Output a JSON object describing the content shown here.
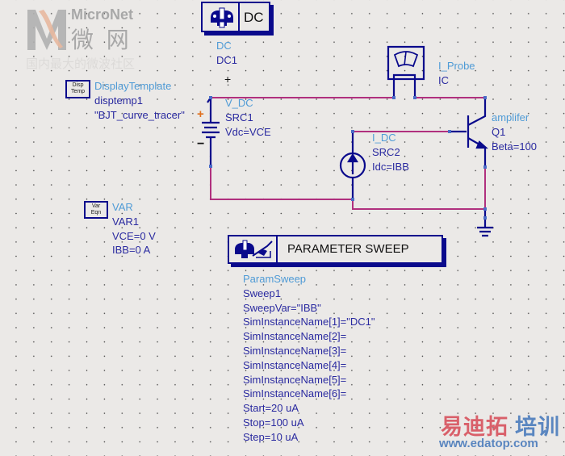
{
  "watermark": {
    "top_brand": "MicroNet",
    "top_cn": "微 网",
    "top_tagline": "国内最大的微波社区",
    "bottom_cn_a": "易迪拓",
    "bottom_cn_b": "培训",
    "bottom_url": "www.edatop.com"
  },
  "components": {
    "dc_controller": {
      "icon": "dc-simulation-icon",
      "box_label": "DC",
      "type": "DC",
      "instance": "DC1"
    },
    "display_template": {
      "icon_text_line1": "Disp",
      "icon_text_line2": "Temp",
      "type": "DisplayTemplate",
      "instance": "disptemp1",
      "param": "\"BJT_curve_tracer\""
    },
    "vdc_source": {
      "type": "V_DC",
      "instance": "SRC1",
      "param": "Vdc=VCE",
      "plus": "+",
      "minus": "−"
    },
    "current_probe": {
      "icon": "ammeter-icon",
      "type": "I_Probe",
      "instance": "IC"
    },
    "transistor": {
      "icon": "npn-transistor-icon",
      "type": "amplifer",
      "instance": "Q1",
      "param": "Beta=100"
    },
    "idc_source": {
      "icon": "current-source-icon",
      "type": "I_DC",
      "instance": "SRC2",
      "param": "Idc=IBB"
    },
    "var_eqn": {
      "icon_text_line1": "Var",
      "icon_text_line2": "Eqn",
      "type": "VAR",
      "instance": "VAR1",
      "params": [
        "VCE=0 V",
        "IBB=0 A"
      ]
    },
    "param_sweep": {
      "icon": "sweep-icon",
      "box_label": "PARAMETER SWEEP",
      "type": "ParamSweep",
      "instance": "Sweep1",
      "params": [
        "SweepVar=\"IBB\"",
        "SimInstanceName[1]=\"DC1\"",
        "SimInstanceName[2]=",
        "SimInstanceName[3]=",
        "SimInstanceName[4]=",
        "SimInstanceName[5]=",
        "SimInstanceName[6]=",
        "Start=20 uA",
        "Stop=100 uA",
        "Step=10 uA"
      ]
    }
  },
  "canvas_marks": {
    "cursor_plus": "+"
  },
  "colors": {
    "wire": "#b0307e",
    "component": "#0a0a8c",
    "pin": "#4a6cc8",
    "type_label": "#4f9bd6",
    "instance_label": "#2a2aa0",
    "polarity_plus": "#e0701e",
    "canvas": "#ebe9e7"
  }
}
